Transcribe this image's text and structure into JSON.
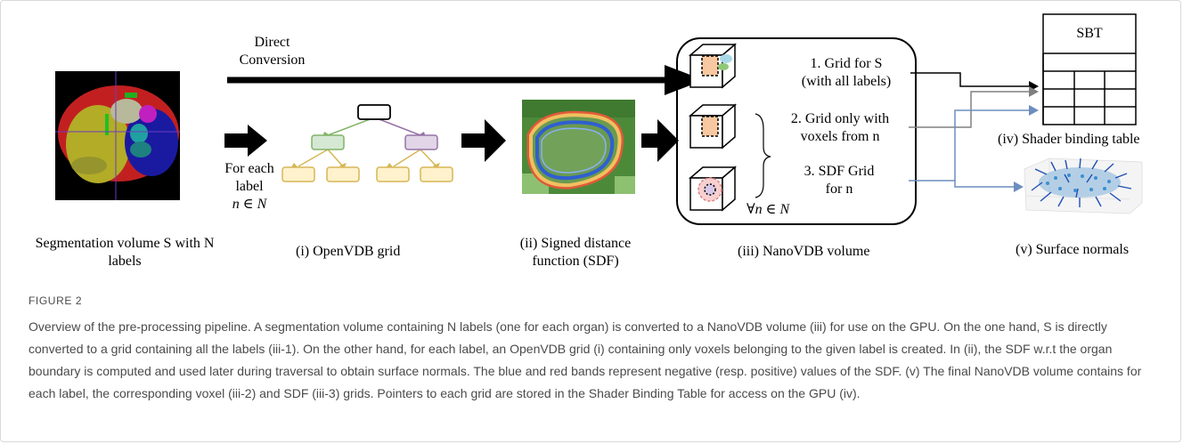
{
  "figure": {
    "top_arrow_label_line1": "Direct",
    "top_arrow_label_line2": "Conversion",
    "for_each_line1": "For each",
    "for_each_line2": "label",
    "for_each_line3": "n ∈ N",
    "stage_seg_line1": "Segmentation volume S with N",
    "stage_seg_line2": "labels",
    "stage_openvdb": "(i) OpenVDB grid",
    "stage_sdf_line1": "(ii) Signed distance",
    "stage_sdf_line2": "function (SDF)",
    "stage_nanovdb": "(iii) NanoVDB volume",
    "grid1_line1": "1. Grid for S",
    "grid1_line2": "(with all labels)",
    "grid2_line1": "2. Grid only with",
    "grid2_line2": "voxels from  n",
    "grid3_line1": "3. SDF Grid",
    "grid3_line2": "for  n",
    "forall_label": "∀n ∈ N",
    "sbt_header": "SBT",
    "sbt_caption": "(iv) Shader binding table",
    "normals_caption": "(v) Surface normals"
  },
  "caption": {
    "label": "FIGURE 2",
    "text": "Overview of the pre-processing pipeline. A segmentation volume containing N labels (one for each organ) is converted to a NanoVDB volume (iii) for use on the GPU. On the one hand, S is directly converted to a grid containing all the labels (iii-1). On the other hand, for each label, an OpenVDB grid (i) containing only voxels belonging to the given label is created. In (ii), the SDF w.r.t the organ boundary is computed and used later during traversal to obtain surface normals. The blue and red bands represent negative (resp. positive) values of the SDF. (v) The final NanoVDB volume contains for each label, the corresponding voxel (iii-2) and SDF (iii-3) grids. Pointers to each grid are stored in the Shader Binding Table for access on the GPU (iv)."
  },
  "colors": {
    "openvdb_root": "#ffffff",
    "openvdb_left_node": "#d5e8d4",
    "openvdb_right_node": "#e1d5e7",
    "openvdb_leaf": "#fff2cc",
    "sdf_outer": "#4c8a3a",
    "sdf_blue_band": "#2f5fd0",
    "sdf_red_band": "#e05a3a",
    "connector_grey": "#808080",
    "connector_blue": "#6c8ebf"
  }
}
